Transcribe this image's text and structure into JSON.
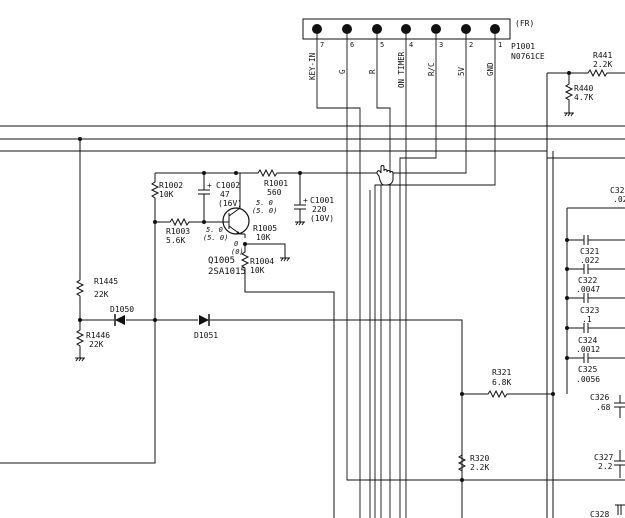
{
  "connector": {
    "pin_numbers": [
      "7",
      "6",
      "5",
      "4",
      "3",
      "2",
      "1"
    ],
    "signals": [
      "KEY-IN",
      "G",
      "R",
      "ON TIMER",
      "R/C",
      "5V",
      "GND"
    ],
    "tag": "(FR)",
    "ref": "P1001",
    "part": "N0761CE"
  },
  "components": {
    "r441": {
      "ref": "R441",
      "value": "2.2K"
    },
    "r440": {
      "ref": "R440",
      "value": "4.7K"
    },
    "r1002": {
      "ref": "R1002",
      "value": "10K"
    },
    "c1002": {
      "ref": "C1002",
      "value": "47",
      "rating": "(16V)",
      "plus": "+"
    },
    "r1001": {
      "ref": "R1001",
      "value": "560"
    },
    "c1001": {
      "ref": "C1001",
      "value": "220",
      "rating": "(10V)",
      "plus": "+"
    },
    "r1003": {
      "ref": "R1003",
      "value": "5.6K"
    },
    "r1005": {
      "ref": "R1005",
      "value": "10K"
    },
    "r1004": {
      "ref": "R1004",
      "value": "10K"
    },
    "q1005": {
      "ref": "Q1005",
      "part": "2SA1015"
    },
    "r1445": {
      "ref": "R1445",
      "value": "22K"
    },
    "r1446": {
      "ref": "R1446",
      "value": "22K"
    },
    "d1050": {
      "ref": "D1050"
    },
    "d1051": {
      "ref": "D1051"
    },
    "r321": {
      "ref": "R321",
      "value": "6.8K"
    },
    "r320": {
      "ref": "R320",
      "value": "2.2K"
    },
    "c321": {
      "ref": "C321",
      "value": ".022"
    },
    "c322": {
      "ref": "C322",
      "value": ".0047"
    },
    "c323": {
      "ref": "C323",
      "value": ".1"
    },
    "c324": {
      "ref": "C324",
      "value": ".0012"
    },
    "c325": {
      "ref": "C325",
      "value": ".0056"
    },
    "c326": {
      "ref": "C326",
      "value": ".68"
    },
    "c327": {
      "ref": "C327",
      "value": "2.2"
    },
    "c32_partial": {
      "ref": "C32",
      "value": ".02"
    },
    "c328_partial": {
      "ref": "C328"
    }
  },
  "voltages": {
    "emitter": "5. 0",
    "emitter_alt": "(5. 0)",
    "base": "5. 0",
    "base_alt": "(5. 0)",
    "collector": "0",
    "collector_alt": "(0)"
  }
}
